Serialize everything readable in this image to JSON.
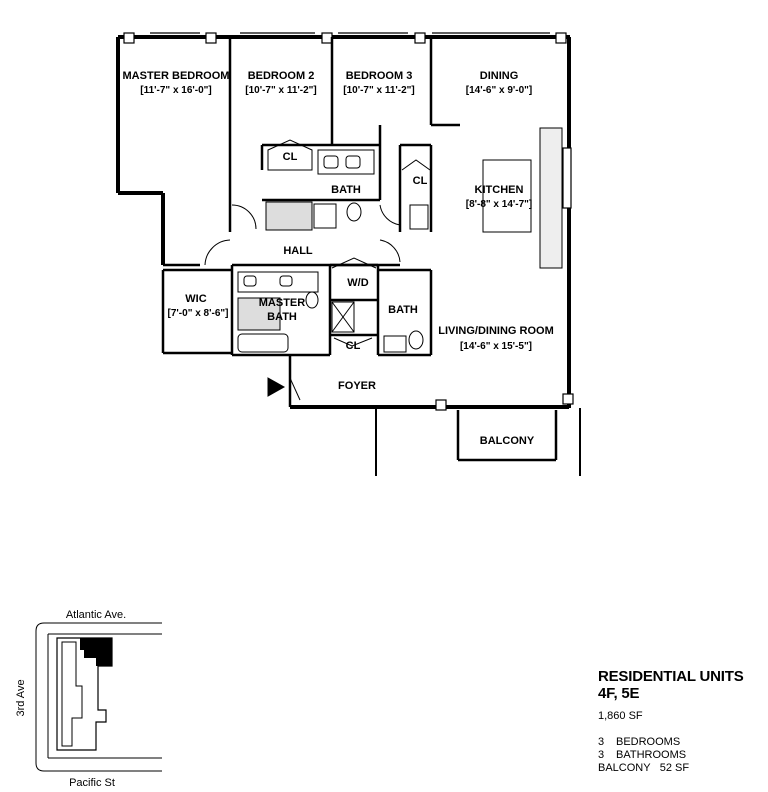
{
  "rooms": {
    "master_bedroom": {
      "name": "MASTER BEDROOM",
      "dims": "[11'-7\" x 16'-0\"]"
    },
    "bedroom2": {
      "name": "BEDROOM 2",
      "dims": "[10'-7\" x 11'-2\"]"
    },
    "bedroom3": {
      "name": "BEDROOM 3",
      "dims": "[10'-7\" x 11'-2\"]"
    },
    "dining": {
      "name": "DINING",
      "dims": "[14'-6\" x 9'-0\"]"
    },
    "kitchen": {
      "name": "KITCHEN",
      "dims": "[8'-8\" x 14'-7\"]"
    },
    "wic": {
      "name": "WIC",
      "dims": "[7'-0\" x 8'-6\"]"
    },
    "master_bath": {
      "line1": "MASTER",
      "line2": "BATH"
    },
    "bath_top": "BATH",
    "bath_right": "BATH",
    "hall": "HALL",
    "wd": "W/D",
    "cl_top": "CL",
    "cl_right": "CL",
    "cl_bottom": "CL",
    "living": {
      "name": "LIVING/DINING ROOM",
      "dims": "[14'-6\" x 15'-5\"]"
    },
    "foyer": "FOYER",
    "balcony": "BALCONY"
  },
  "keyplan": {
    "north": "Atlantic Ave.",
    "south": "Pacific St",
    "west": "3rd Ave"
  },
  "info": {
    "title_line1": "RESIDENTIAL UNITS",
    "title_line2": "4F, 5E",
    "area": "1,860 SF",
    "bedrooms_count": "3",
    "bedrooms_label": "BEDROOMS",
    "bathrooms_count": "3",
    "bathrooms_label": "BATHROOMS",
    "balcony_label": "BALCONY",
    "balcony_area": "52 SF"
  }
}
